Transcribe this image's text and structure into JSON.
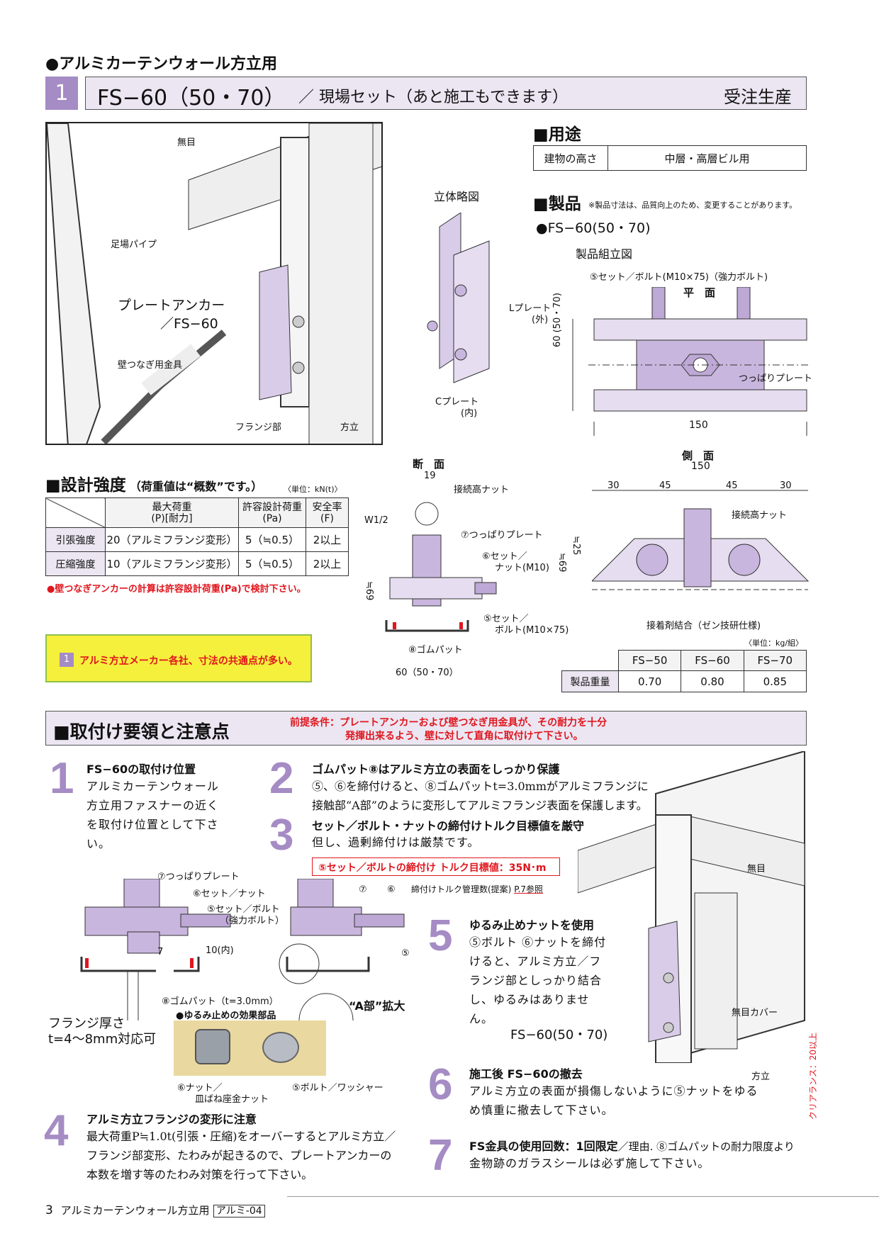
{
  "header": {
    "category": "●アルミカーテンウォール方立用",
    "badge": "1",
    "title": "FS−60（50・70）",
    "subtitle": "／ 現場セット（あと施工もできます）",
    "order": "受注生産"
  },
  "photo": {
    "labels": [
      "無目",
      "足場パイプ",
      "プレートアンカー",
      "／FS−60",
      "壁つなぎ用金具",
      "フランジ部",
      "方立"
    ]
  },
  "sketch": {
    "title": "立体略図",
    "l_plate": "Lプレート",
    "l_plate_sub": "(外)",
    "c_plate": "Cプレート",
    "c_plate_sub": "(内)"
  },
  "usage": {
    "heading": "■用途",
    "label": "建物の高さ",
    "value": "中層・高層ビル用"
  },
  "product": {
    "heading": "■製品",
    "note": "※製品寸法は、品質向上のため、変更することがあります。",
    "model": "●FS−60(50・70)",
    "assembly": "製品組立図",
    "plan": {
      "bolt_label": "⑤セット／ボルト(M10×75)（強力ボルト)",
      "view": "平　面",
      "plate": "つっぱりプレート",
      "dim_h": "60 (50・70)",
      "dim_w": "150"
    },
    "side": {
      "view": "側　面",
      "dim_total": "150",
      "dims": [
        "30",
        "45",
        "45",
        "30"
      ],
      "nut": "接続高ナット",
      "adhesive": "接着剤結合（ゼン技研仕様)",
      "dim_25": "≒25",
      "dim_69": "≒69"
    }
  },
  "section": {
    "view": "断　面",
    "dim_19": "19",
    "w12": "W1/2",
    "nut": "接続高ナット",
    "plate": "⑦つっぱりプレート",
    "set_nut": "⑥セット／",
    "set_nut2": "ナット(M10)",
    "set_bolt": "⑤セット／",
    "set_bolt2": "ボルト(M10×75)",
    "pad": "⑧ゴムパット",
    "dim_69": "≒69",
    "dim_w": "60（50・70）"
  },
  "strength": {
    "heading": "■設計強度",
    "sub": "（荷重値は“概数”です。）",
    "unit": "〈単位：kN(t)〉",
    "columns": [
      "最大荷重\n(P)[耐力]",
      "許容設計荷重\n(Pa)",
      "安全率\n(F)"
    ],
    "rows": [
      {
        "label": "引張強度",
        "max": "20（アルミフランジ変形）",
        "pa": "5（≒0.5）",
        "f": "2以上"
      },
      {
        "label": "圧縮強度",
        "max": "10（アルミフランジ変形）",
        "pa": "5（≒0.5）",
        "f": "2以上"
      }
    ],
    "note": "●壁つなぎアンカーの計算は許容設計荷重(Pa)で検討下さい。"
  },
  "callout": {
    "badge": "1",
    "text": "アルミ方立メーカー各社、寸法の共通点が多い。"
  },
  "weight": {
    "unit": "〈単位：kg/組〉",
    "row_label": "製品重量",
    "columns": [
      "FS−50",
      "FS−60",
      "FS−70"
    ],
    "values": [
      "0.70",
      "0.80",
      "0.85"
    ]
  },
  "install": {
    "heading": "■取付け要領と注意点",
    "premise1": "前提条件：プレートアンカーおよび壁つなぎ用金具が、その耐力を十分",
    "premise2": "発揮出来るよう、壁に対して直角に取付けて下さい。",
    "steps": [
      {
        "num": "1",
        "title": "FS−60の取付け位置",
        "body": "アルミカーテンウォール方立用ファスナーの近くを取付け位置として下さい。"
      },
      {
        "num": "2",
        "title": "ゴムパット⑧はアルミ方立の表面をしっかり保護",
        "body": "⑤、⑥を締付けると、⑧ゴムパットt=3.0mmがアルミフランジに接触部“A部”のように変形してアルミフランジ表面を保護します。"
      },
      {
        "num": "3",
        "title": "セット／ボルト・ナットの締付けトルク目標値を厳守",
        "body": "但し、過剰締付けは厳禁です。",
        "torque": "⑤セット／ボルトの締付け トルク目標値：35N･m",
        "ref": "締付けトルク管理数(提案)",
        "ref_link": "P.7参照"
      },
      {
        "num": "4",
        "title": "アルミ方立フランジの変形に注意",
        "body": "最大荷重P≒1.0t(引張・圧縮)をオーバーするとアルミ方立／フランジ部変形、たわみが起きるので、プレートアンカーの本数を増す等のたわみ対策を行って下さい。"
      },
      {
        "num": "5",
        "title": "ゆるみ止めナットを使用",
        "body": "⑤ボルト ⑥ナットを締付けると、アルミ方立／フランジ部としっかり結合し、ゆるみはありません。"
      },
      {
        "num": "6",
        "title": "施工後 FS−60の撤去",
        "body": "アルミ方立の表面が損傷しないように⑤ナットをゆるめ慎重に撤去して下さい。"
      },
      {
        "num": "7",
        "title": "FS金具の使用回数：1回限定",
        "title_suffix": "／理由. ⑧ゴムパットの耐力限度より",
        "body": "金物跡のガラスシールは必ず施して下さい。"
      }
    ],
    "diagram": {
      "plate": "⑦つっぱりプレート",
      "nut": "⑥セット／ナット",
      "bolt": "⑤セット／ボルト",
      "bolt2": "（強力ボルト）",
      "pad": "⑧ゴムパット（t=3.0mm）",
      "d7": "7",
      "d10": "10(内)",
      "flange": "フランジ厚さ",
      "flange2": "t=4〜8mm対応可",
      "c7": "⑦",
      "c6": "⑥",
      "c5": "⑤",
      "a_part": "“A部”拡大",
      "parts_title": "●ゆるみ止めの効果部品",
      "part_nut": "⑥ナット／",
      "part_nut2": "皿ばね座金ナット",
      "part_bolt": "⑤ボルト／ワッシャー"
    },
    "illus": {
      "mumoku": "無目",
      "cover": "無目カバー",
      "model": "FS−60(50・70)",
      "post": "方立",
      "clearance": "クリアランス：20以上"
    }
  },
  "footer": {
    "page": "3",
    "title": "アルミカーテンウォール方立用",
    "code": "アルミ-04"
  },
  "colors": {
    "accent": "#a58cc4",
    "lavender": "#ebe6f2",
    "red": "#e0161e",
    "yellow": "#f5f03c",
    "purple_part": "#c9b6de"
  }
}
